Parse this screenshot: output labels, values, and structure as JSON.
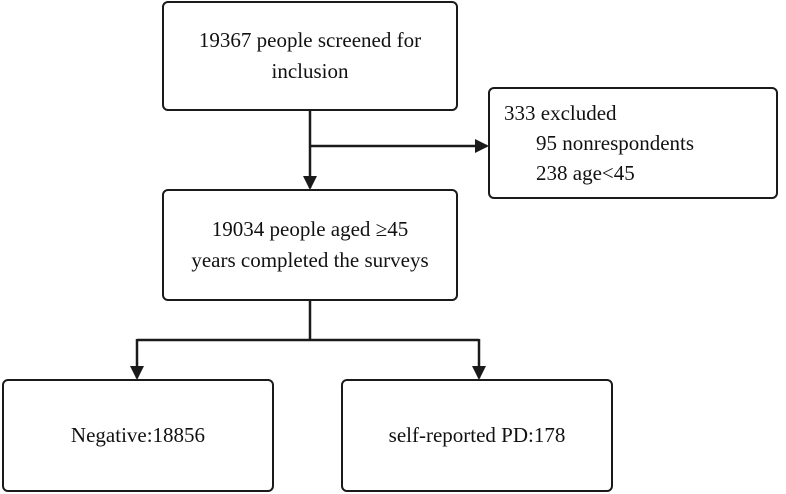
{
  "nodes": {
    "screened": {
      "line1": "19367 people screened for",
      "line2": "inclusion"
    },
    "excluded": {
      "title": "333 excluded",
      "item1": "95 nonrespondents",
      "item2": "238 age<45"
    },
    "completed": {
      "line1": "19034 people aged ≥45",
      "line2": "years completed the surveys"
    },
    "negative": {
      "label": "Negative:18856"
    },
    "pd": {
      "label": "self-reported PD:178"
    }
  },
  "style": {
    "stroke_color": "#1a1a1a",
    "text_color": "#111111",
    "background": "#ffffff"
  }
}
